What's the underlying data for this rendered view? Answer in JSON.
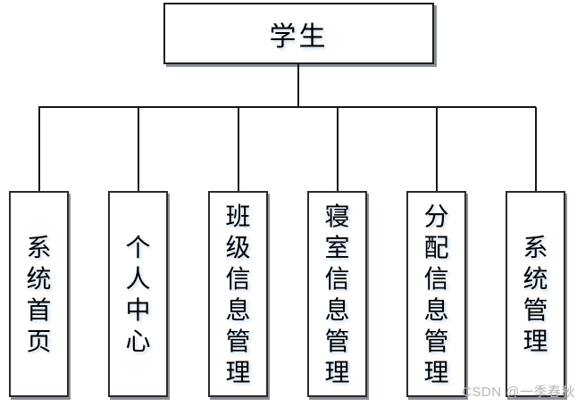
{
  "diagram": {
    "root": {
      "label": "学生"
    },
    "children": [
      {
        "label": "系统首页"
      },
      {
        "label": "个人中心"
      },
      {
        "label": "班级信息管理"
      },
      {
        "label": "寝室信息管理"
      },
      {
        "label": "分配信息管理"
      },
      {
        "label": "系统管理"
      }
    ]
  },
  "watermark": {
    "text": "CSDN @一季春秋"
  },
  "colors": {
    "background": "#ffffff",
    "box_fill": "#ffffff",
    "box_border": "#2b2b2b",
    "box_shadow": "#8a8f98",
    "connector_line": "#161616",
    "text": "#000000",
    "text_glow": "#a5c3e6",
    "watermark_text": "#b6b6b6"
  }
}
